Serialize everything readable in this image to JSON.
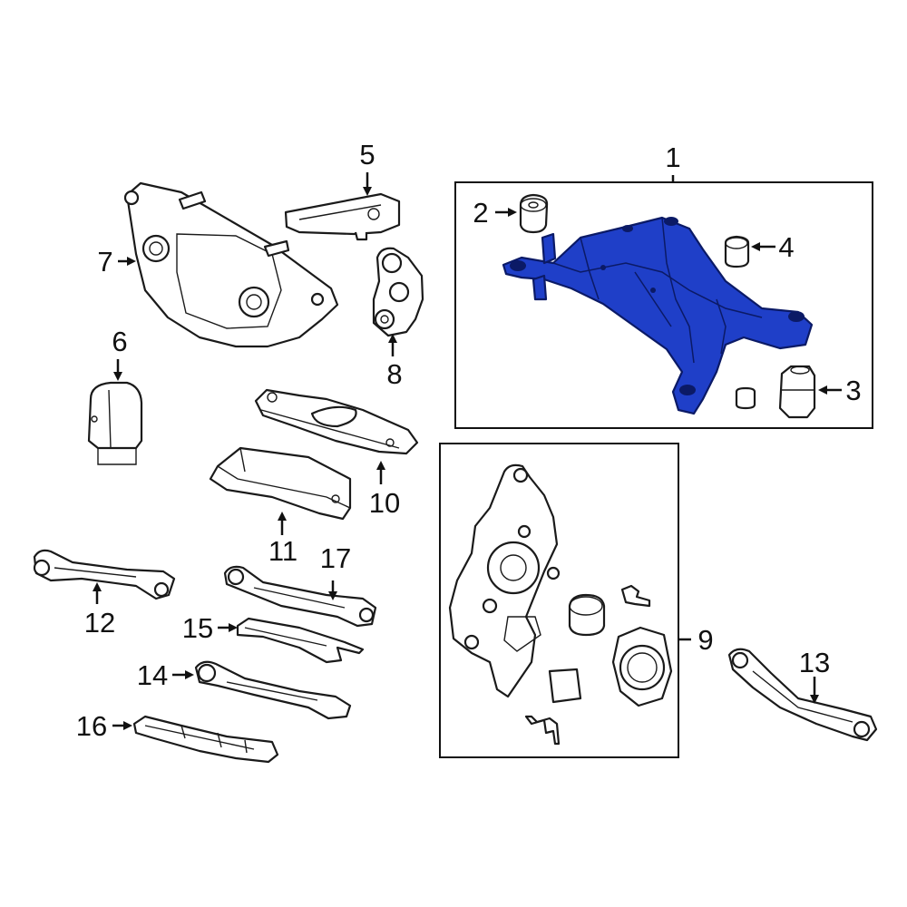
{
  "diagram": {
    "highlight_color": "#1f3fc8",
    "callouts": {
      "c1": "1",
      "c2": "2",
      "c3": "3",
      "c4": "4",
      "c5": "5",
      "c6": "6",
      "c7": "7",
      "c8": "8",
      "c9": "9",
      "c10": "10",
      "c11": "11",
      "c12": "12",
      "c13": "13",
      "c14": "14",
      "c15": "15",
      "c16": "16",
      "c17": "17"
    }
  }
}
